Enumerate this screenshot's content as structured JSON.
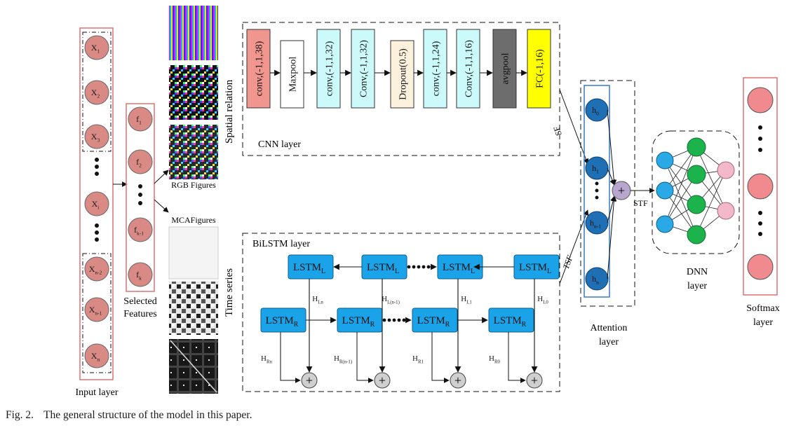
{
  "input_layer": {
    "label": "Input layer",
    "nodes": [
      {
        "base": "X",
        "sub": "1"
      },
      {
        "base": "X",
        "sub": "2"
      },
      {
        "base": "X",
        "sub": "3"
      },
      {
        "base": "X",
        "sub": "i"
      },
      {
        "base": "X",
        "sub": "n-2"
      },
      {
        "base": "X",
        "sub": "n-1"
      },
      {
        "base": "X",
        "sub": "n"
      }
    ]
  },
  "selected_features": {
    "label_line1": "Selected",
    "label_line2": "Features",
    "nodes": [
      {
        "base": "f",
        "sub": "1"
      },
      {
        "base": "f",
        "sub": "2"
      },
      {
        "base": "f",
        "sub": "k-1"
      },
      {
        "base": "f",
        "sub": "k"
      }
    ]
  },
  "figures": {
    "rgb_label": "RGB Figures",
    "mca_label": "MCAFigures"
  },
  "side_labels": {
    "spatial": "Spatial relation",
    "time": "Time series"
  },
  "cnn": {
    "title": "CNN layer",
    "blocks": [
      {
        "label": "conv,(-1,1,38)",
        "color": "#f0968f"
      },
      {
        "label": "Maxpool",
        "color": "#ffffff"
      },
      {
        "label": "conv,(-1,1,32)",
        "color": "#ccfafa"
      },
      {
        "label": "Conv,(-1,1,32)",
        "color": "#ccfafa"
      },
      {
        "label": "Dropout(0.5)",
        "color": "#fbf1dd"
      },
      {
        "label": "conv,(-1,1,24)",
        "color": "#ccfafa"
      },
      {
        "label": "Conv,(-1,1,16)",
        "color": "#ccfafa"
      },
      {
        "label": "avgpool",
        "color": "#6d6d6d"
      },
      {
        "label": "FC(-1,16)",
        "color": "#ffff00"
      }
    ]
  },
  "bilstm": {
    "title": "BiLSTM layer",
    "lstm_base": "LSTM",
    "left_sub": "L",
    "right_sub": "R",
    "h_left": [
      {
        "base": "H",
        "sub": "Ln"
      },
      {
        "base": "H",
        "sub": "L(n-1)"
      },
      {
        "base": "H",
        "sub": "L1"
      },
      {
        "base": "H",
        "sub": "L0"
      }
    ],
    "h_right": [
      {
        "base": "H",
        "sub": "Rn"
      },
      {
        "base": "H",
        "sub": "R(n-1)"
      },
      {
        "base": "H",
        "sub": "R1"
      },
      {
        "base": "H",
        "sub": "R0"
      }
    ]
  },
  "attention": {
    "label_line1": "Attention",
    "label_line2": "layer",
    "nodes": [
      {
        "base": "h",
        "sub": "0"
      },
      {
        "base": "h",
        "sub": "1"
      },
      {
        "base": "h",
        "sub": "n-1"
      },
      {
        "base": "h",
        "sub": "n"
      }
    ]
  },
  "arrow_labels": {
    "sf": "SF",
    "tsf": "TSF",
    "stf": "STF"
  },
  "dnn": {
    "label_line1": "DNN",
    "label_line2": "layer"
  },
  "softmax": {
    "label_line1": "Softmax",
    "label_line2": "layer"
  },
  "caption": {
    "fig_no": "Fig. 2.",
    "text": "The general structure of the model in this paper."
  },
  "colors": {
    "node_fill": "#d98a85",
    "input_box_border": "#e07070",
    "lstm_fill": "#1aa3e8",
    "attention_node": "#1f6fb5",
    "sum_node": "#b9a6cf",
    "dnn_input": "#2aa9e6",
    "dnn_hidden": "#1db34c",
    "dnn_output": "#f4b9c8",
    "softmax_node": "#f08a8e"
  }
}
